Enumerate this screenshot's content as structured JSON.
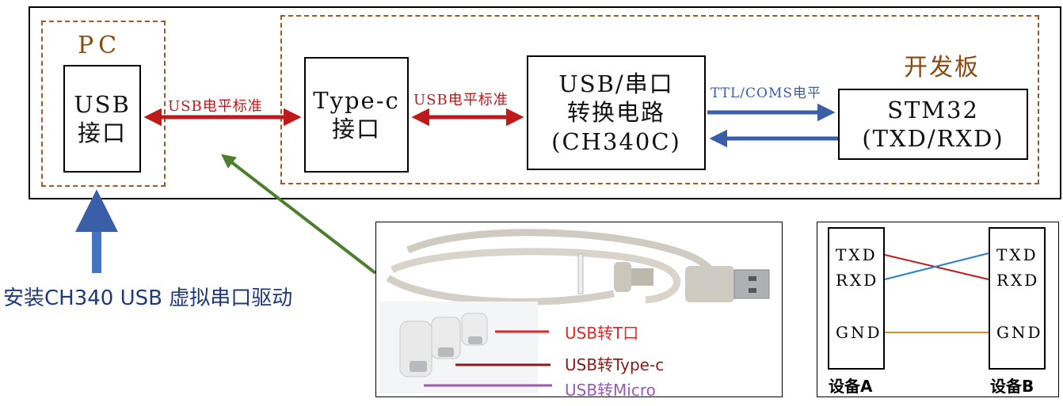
{
  "pc": {
    "title": "PC",
    "usb_line1": "USB",
    "usb_line2": "接口"
  },
  "board": {
    "title": "开发板",
    "typec_line1": "Type-c",
    "typec_line2": "接口",
    "converter_line1": "USB/串口",
    "converter_line2": "转换电路",
    "converter_line3": "(CH340C)",
    "stm_line1": "STM32",
    "stm_line2": "(TXD/RXD)"
  },
  "links": {
    "usb_level_1": "USB电平标准",
    "usb_level_2": "USB电平标准",
    "ttl_level": "TTL/COMS电平"
  },
  "driver_note": "安装CH340 USB 虚拟串口驱动",
  "cable": {
    "usb_to_t": "USB转T口",
    "usb_to_typec": "USB转Type-c",
    "usb_to_micro": "USB转Micro"
  },
  "serial": {
    "device_a": "设备A",
    "device_b": "设备B",
    "a_txd": "TXD",
    "a_rxd": "RXD",
    "a_gnd": "GND",
    "b_txd": "TXD",
    "b_rxd": "RXD",
    "b_gnd": "GND"
  },
  "colors": {
    "red_arrow": "#c0191c",
    "blue_arrow": "#3a5ea8",
    "green_arrow": "#4f7f2e",
    "dash_border": "#9b5a2a",
    "orange_wire": "#e8872a"
  }
}
